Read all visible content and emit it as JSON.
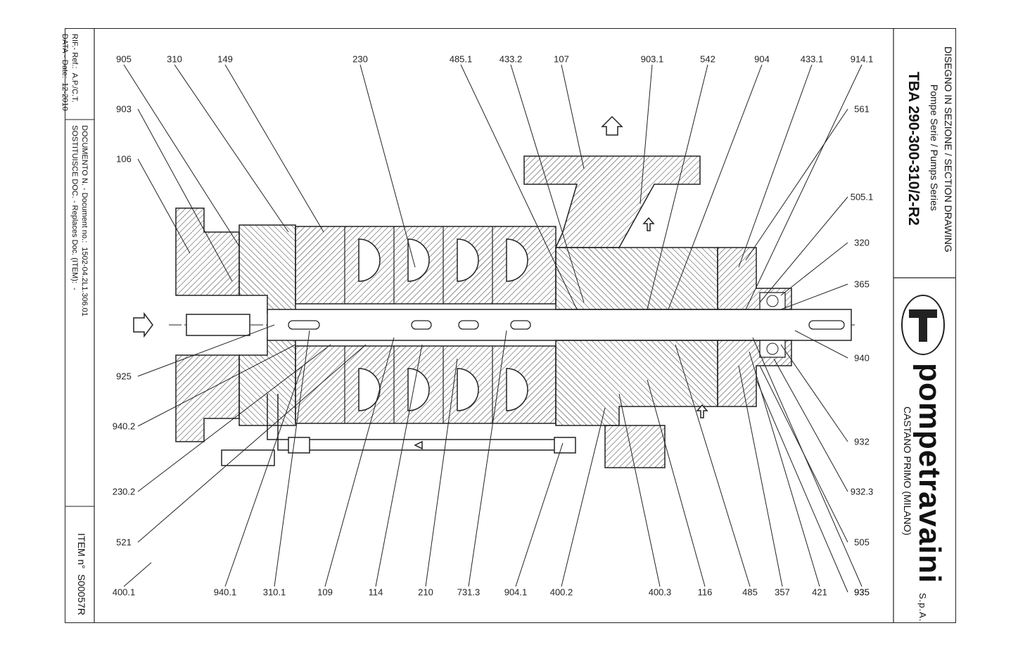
{
  "left_strip": {
    "rif_label": "RIF.- Ref.:",
    "rif_value": "A.P./C.T.",
    "data_label": "DATA - Date:",
    "data_value": "12-2010",
    "doc_label": "DOCUMENTO N. - Document no.:",
    "doc_value": "1502-04.2L1.306.01",
    "sost_label": "SOSTITUISCE DOC. - Replaces Doc. (ITEM):",
    "sost_value": "-",
    "item_label": "ITEM n°",
    "item_value": "S00057R"
  },
  "title_block": {
    "heading": "DISEGNO IN SEZIONE / SECTION DRAWING",
    "series": "Pompe Serie / Pumps Series",
    "model": "TBA 290-300-310/2-R2",
    "company": "pompetravaini",
    "company_suffix": "S.p.A.",
    "location": "CASTANO PRIMO (MILANO)"
  },
  "labels": {
    "top": [
      "905",
      "310",
      "149",
      "230",
      "485.1",
      "433.2",
      "107",
      "903.1",
      "542",
      "904",
      "433.1",
      "914.1"
    ],
    "left": [
      "903",
      "106",
      "925",
      "940.2",
      "230.2",
      "521"
    ],
    "right": [
      "561",
      "505.1",
      "320",
      "365",
      "940",
      "932",
      "932.3",
      "505",
      "935"
    ],
    "bottom": [
      "400.1",
      "940.1",
      "310.1",
      "109",
      "114",
      "210",
      "731.3",
      "904.1",
      "400.2",
      "400.3",
      "116",
      "485",
      "357",
      "421",
      "935"
    ]
  }
}
